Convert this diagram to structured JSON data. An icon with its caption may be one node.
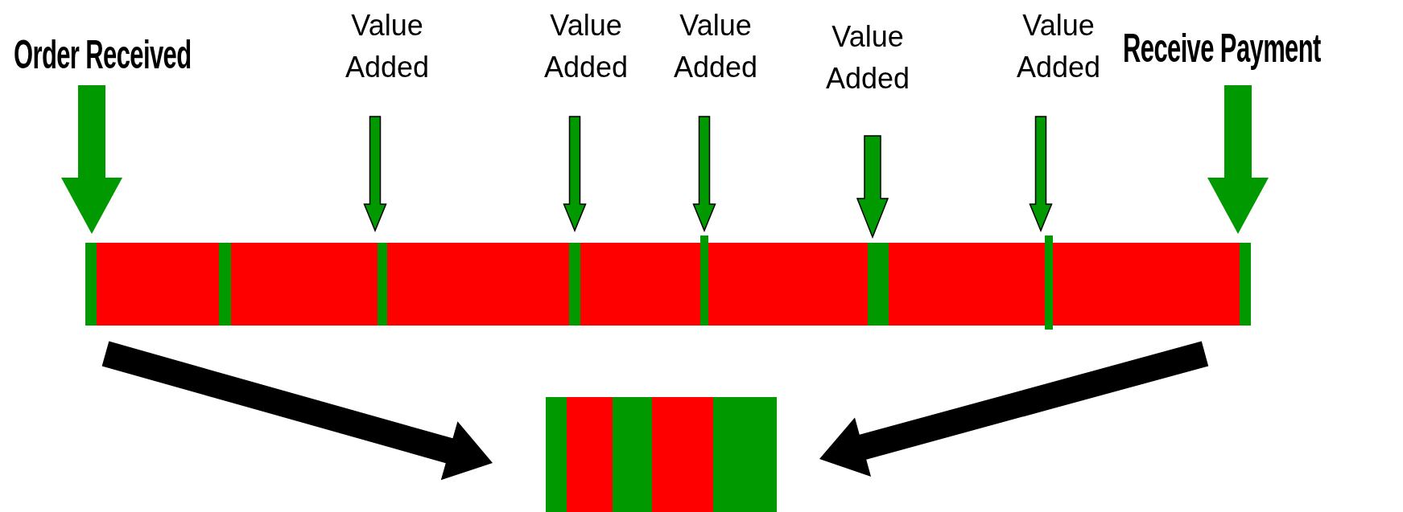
{
  "diagram": {
    "nodes": [
      {
        "text": [
          "Order Received"
        ]
      },
      {
        "text": [
          "Value Added"
        ]
      },
      {
        "text": [
          "Value Added"
        ]
      },
      {
        "text": [
          "Value Added"
        ]
      },
      {
        "text": [
          "Value Added"
        ]
      },
      {
        "text": [
          "Value Added"
        ]
      },
      {
        "text": [
          "Receive Payment"
        ]
      },
      {
        "text": [],
        "shape": "bar"
      },
      {
        "text": [],
        "shape": "bar"
      }
    ],
    "edges": [
      {
        "from": 0,
        "to": 7,
        "arrow": "to",
        "style": "thick"
      },
      {
        "from": 1,
        "to": 7,
        "arrow": "to"
      },
      {
        "from": 2,
        "to": 7,
        "arrow": "to"
      },
      {
        "from": 3,
        "to": 7,
        "arrow": "to"
      },
      {
        "from": 4,
        "to": 7,
        "arrow": "to"
      },
      {
        "from": 5,
        "to": 7,
        "arrow": "to"
      },
      {
        "from": 6,
        "to": 7,
        "arrow": "to",
        "style": "thick"
      },
      {
        "from": 7,
        "to": 8,
        "arrow": "to",
        "style": "thick",
        "color": "#000000"
      },
      {
        "from": 7,
        "to": 8,
        "arrow": "to",
        "style": "thick",
        "color": "#000000"
      }
    ]
  }
}
